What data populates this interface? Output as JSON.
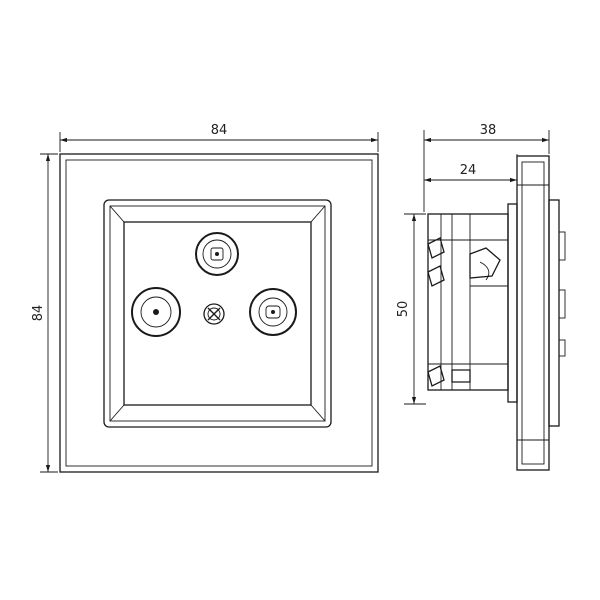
{
  "front_view": {
    "width_label": "84",
    "height_label": "84"
  },
  "side_view": {
    "depth_label": "38",
    "inner_depth_label": "24",
    "height_label": "50"
  }
}
